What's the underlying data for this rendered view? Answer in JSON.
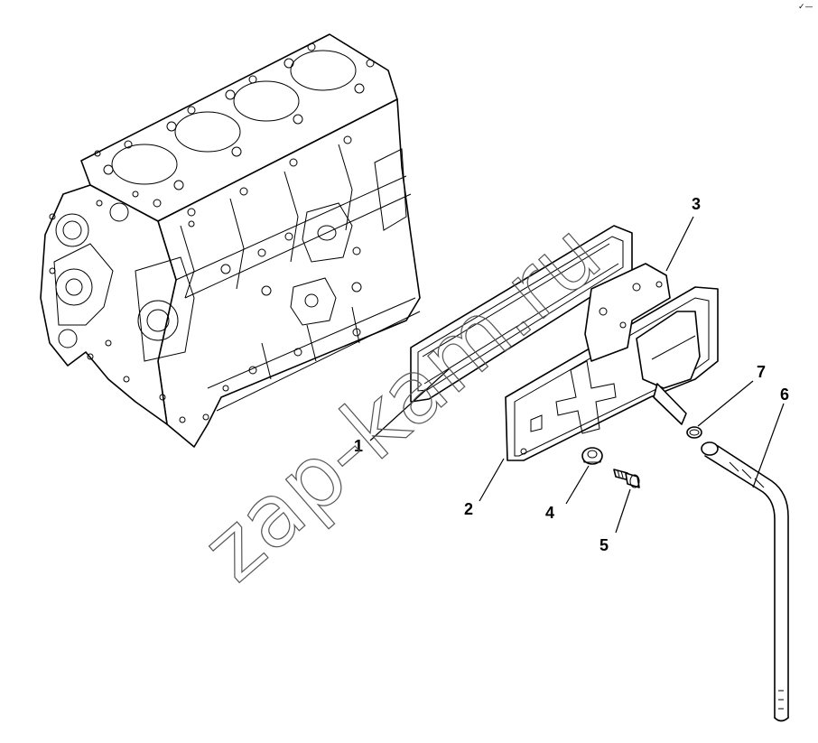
{
  "diagram": {
    "watermark": "zap-kam.ru",
    "corner_mark": "✓—",
    "callouts": [
      {
        "id": "1",
        "text": "1"
      },
      {
        "id": "2",
        "text": "2"
      },
      {
        "id": "3",
        "text": "3"
      },
      {
        "id": "4",
        "text": "4"
      },
      {
        "id": "5",
        "text": "5"
      },
      {
        "id": "6",
        "text": "6"
      },
      {
        "id": "7",
        "text": "7"
      }
    ]
  }
}
